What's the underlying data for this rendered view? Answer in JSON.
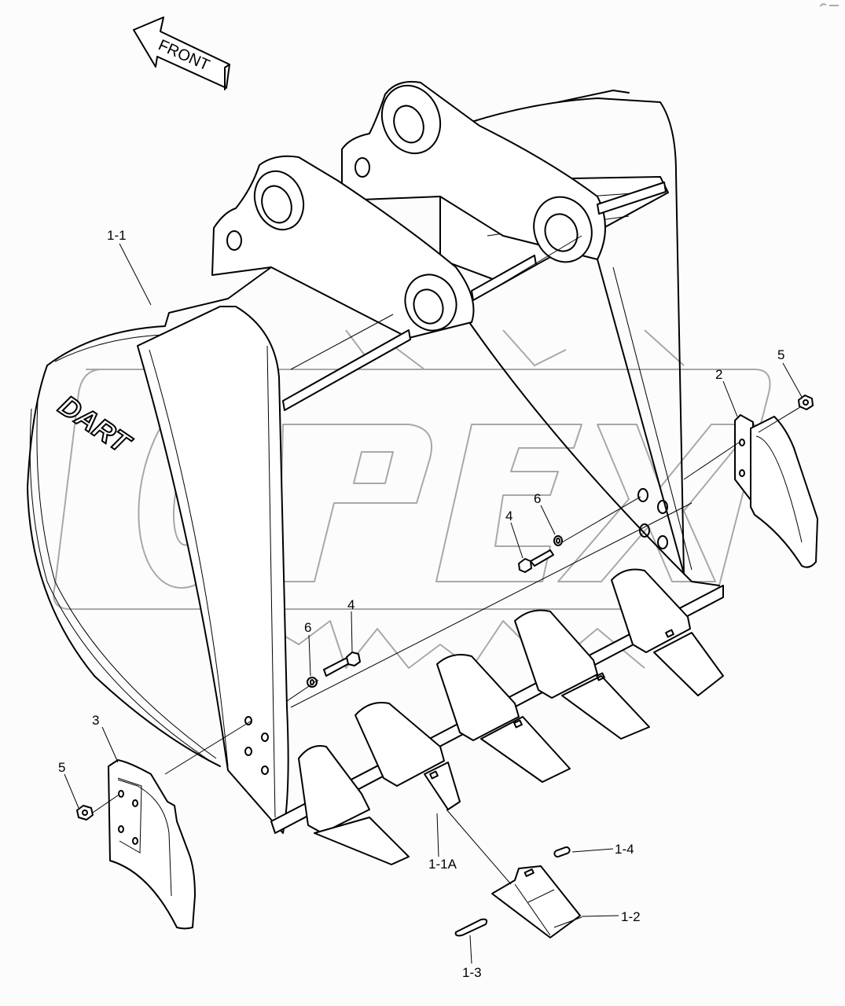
{
  "diagram": {
    "title": "Excavator bucket assembly – exploded parts view",
    "direction_indicator": {
      "label": "FRONT",
      "icon": "arrow-left-up-icon"
    },
    "brand_logo": "DART",
    "watermark": "OPEX",
    "colors": {
      "line": "#000000",
      "watermark": "#a8a8a8",
      "background": "#fbfcfb"
    },
    "callouts": [
      {
        "id": "c-1-1",
        "label": "1-1",
        "part": "bucket body"
      },
      {
        "id": "c-1-1A",
        "label": "1-1A",
        "part": "tooth adapter"
      },
      {
        "id": "c-1-2",
        "label": "1-2",
        "part": "tooth point"
      },
      {
        "id": "c-1-3",
        "label": "1-3",
        "part": "lock pin"
      },
      {
        "id": "c-1-4",
        "label": "1-4",
        "part": "retainer pin"
      },
      {
        "id": "c-2",
        "label": "2",
        "part": "side cutter right"
      },
      {
        "id": "c-3",
        "label": "3",
        "part": "side cutter left"
      },
      {
        "id": "c-4a",
        "label": "4",
        "part": "bolt (right)"
      },
      {
        "id": "c-4b",
        "label": "4",
        "part": "bolt (left)"
      },
      {
        "id": "c-5a",
        "label": "5",
        "part": "nut (right)"
      },
      {
        "id": "c-5b",
        "label": "5",
        "part": "nut (left)"
      },
      {
        "id": "c-6a",
        "label": "6",
        "part": "washer (right)"
      },
      {
        "id": "c-6b",
        "label": "6",
        "part": "washer (left)"
      }
    ]
  }
}
